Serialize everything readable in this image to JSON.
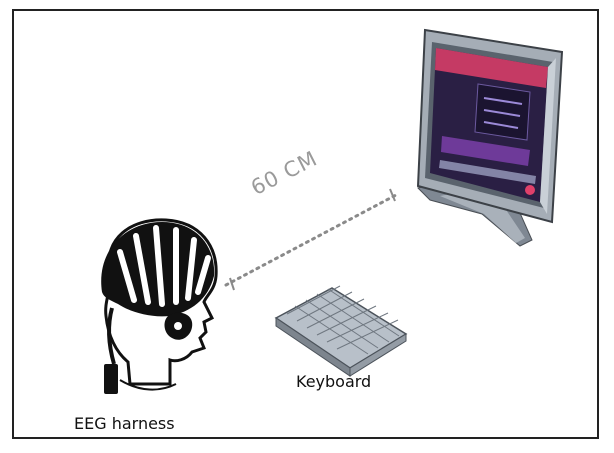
{
  "labels": {
    "distance": "60 CM",
    "keyboard": "Keyboard",
    "eeg_harness": "EEG harness"
  },
  "icons": {
    "monitor": "monitor-icon",
    "keyboard": "keyboard-icon",
    "head": "head-with-eeg-cap-icon"
  },
  "colors": {
    "border": "#222222",
    "dotted_line": "#8a8a8a",
    "screen_bg": "#2a1f44",
    "screen_accent": "#e0406a",
    "monitor_body": "#9aa3ad",
    "keyboard_body": "#b8c0c9"
  }
}
